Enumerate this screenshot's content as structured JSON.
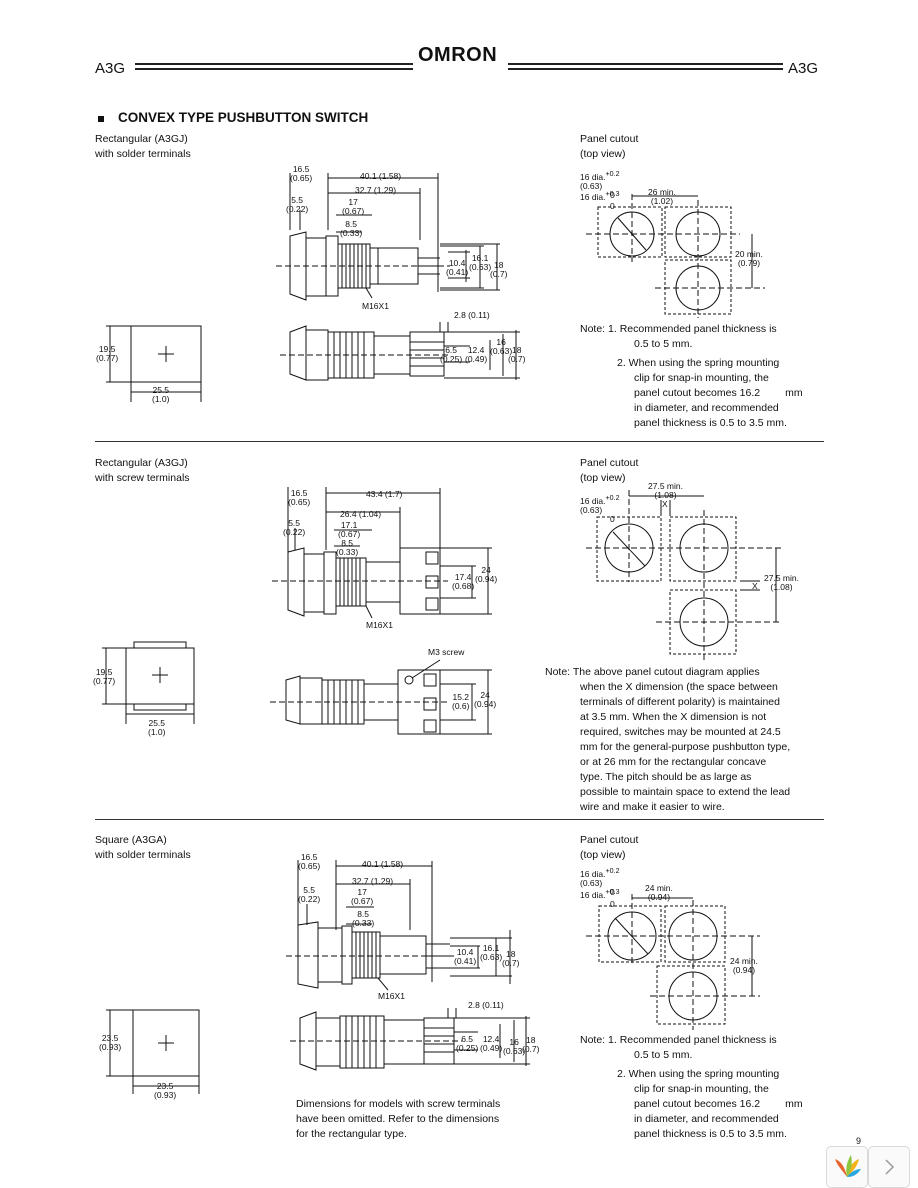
{
  "header": {
    "code_left": "A3G",
    "code_right": "A3G",
    "logo": "OMRON"
  },
  "title": "CONVEX TYPE PUSHBUTTON SWITCH",
  "sections": [
    {
      "label_line1": "Rectangular (A3GJ)",
      "label_line2": "with solder terminals",
      "cutout_line1": "Panel cutout",
      "cutout_line2": "(top view)",
      "notes": [
        "Note: 1. Recommended panel thickness is",
        "0.5 to 5 mm.",
        "2. When using the spring mounting",
        "clip for snap-in mounting, the",
        "panel cutout becomes 16.2",
        "in diameter, and recommended",
        "panel thickness is 0.5 to 3.5 mm."
      ],
      "unit": "mm"
    },
    {
      "label_line1": "Rectangular (A3GJ)",
      "label_line2": "with screw terminals",
      "cutout_line1": "Panel cutout",
      "cutout_line2": "(top view)",
      "notes": [
        "Note: The above panel cutout diagram applies",
        "when the X dimension (the space between",
        "terminals of different polarity) is maintained",
        "at 3.5 mm. When the X dimension is not",
        "required, switches may be mounted at 24.5",
        "mm for the general-purpose pushbutton type,",
        "or at 26 mm for the rectangular concave",
        "type. The pitch should be as large as",
        "possible to maintain space to extend the lead",
        "wire and make it easier to wire."
      ]
    },
    {
      "label_line1": "Square (A3GA)",
      "label_line2": "with solder terminals",
      "cutout_line1": "Panel cutout",
      "cutout_line2": "(top view)",
      "notes": [
        "Note: 1. Recommended panel thickness is",
        "0.5 to 5 mm.",
        "2. When using the spring mounting",
        "clip for snap-in mounting, the",
        "panel cutout becomes 16.2",
        "in diameter, and recommended",
        "panel thickness is 0.5 to 3.5 mm."
      ],
      "unit": "mm",
      "omitted": [
        "Dimensions for models with screw terminals",
        "have been omitted. Refer to the dimensions",
        "for the rectangular type."
      ]
    }
  ],
  "dims": {
    "s1": {
      "d165": "16.5",
      "d065": "(0.65)",
      "d401": "40.1 (1.58)",
      "d327": "32.7 (1.29)",
      "d55": "5.5",
      "d022": "(0.22)",
      "d17": "17",
      "d067": "(0.67)",
      "d85": "8.5",
      "d033": "(0.33)",
      "d104": "10.4",
      "d041": "(0.41)",
      "d161": "16.1",
      "d063": "(0.63)",
      "d18": "18",
      "d07": "(0.7)",
      "m16": "M16X1",
      "d28": "2.8 (0.11)",
      "d65": "6.5",
      "d025": "(0.25)",
      "d124": "12.4",
      "d049": "(0.49)",
      "d16": "16",
      "d063b": "(0.63)",
      "d18b": "18",
      "d07b": "(0.7)",
      "h": "19.5",
      "h_in": "(0.77)",
      "w": "25.5",
      "w_in": "(1.0)",
      "c16a": "16 dia.",
      "c16a_tol": "+0.2",
      "c063": "(0.63)",
      "c0a": "0",
      "c16b": "16 dia.",
      "c16b_tol": "+0.3",
      "c0b": "0",
      "c26": "26 min.",
      "c102": "(1.02)",
      "c20": "20 min.",
      "c079": "(0.79)"
    },
    "s2": {
      "d165": "16.5",
      "d065": "(0.65)",
      "d434": "43.4 (1.7)",
      "d264": "26.4 (1.04)",
      "d55": "5.5",
      "d022": "(0.22)",
      "d171": "17.1",
      "d067": "(0.67)",
      "d85": "8.5",
      "d033": "(0.33)",
      "d174": "17.4",
      "d068": "(0.68)",
      "d24": "24",
      "d094": "(0.94)",
      "m16": "M16X1",
      "m3": "M3 screw",
      "d152": "15.2",
      "d06": "(0.6)",
      "d24b": "24",
      "d094b": "(0.94)",
      "h": "19.5",
      "h_in": "(0.77)",
      "w": "25.5",
      "w_in": "(1.0)",
      "c16a": "16 dia.",
      "c16a_tol": "+0.2",
      "c063": "(0.63)",
      "c0a": "0",
      "c275": "27.5 min.",
      "c108": "(1.08)",
      "x": "X",
      "c275b": "27.5 min.",
      "c108b": "(1.08)",
      "xb": "X"
    },
    "s3": {
      "d165": "16.5",
      "d065": "(0.65)",
      "d401": "40.1 (1.58)",
      "d327": "32.7 (1.29)",
      "d55": "5.5",
      "d022": "(0.22)",
      "d17": "17",
      "d067": "(0.67)",
      "d85": "8.5",
      "d033": "(0.33)",
      "d104": "10.4",
      "d041": "(0.41)",
      "d161": "16.1",
      "d063": "(0.63)",
      "d18": "18",
      "d07": "(0.7)",
      "m16": "M16X1",
      "d28": "2.8 (0.11)",
      "d65": "6.5",
      "d025": "(0.25)",
      "d124": "12.4",
      "d049": "(0.49)",
      "d16": "16",
      "d063b": "(0.63)",
      "d18b": "18",
      "d07b": "(0.7)",
      "h": "23.5",
      "h_in": "(0.93)",
      "w": "23.5",
      "w_in": "(0.93)",
      "c16a": "16 dia.",
      "c16a_tol": "+0.2",
      "c063": "(0.63)",
      "c0a": "0",
      "c16b": "16 dia.",
      "c16b_tol": "+0.3",
      "c0b": "0",
      "c24": "24 min.",
      "c094": "(0.94)",
      "c24b": "24 min.",
      "c094b": "(0.94)"
    }
  },
  "page_number": "9"
}
